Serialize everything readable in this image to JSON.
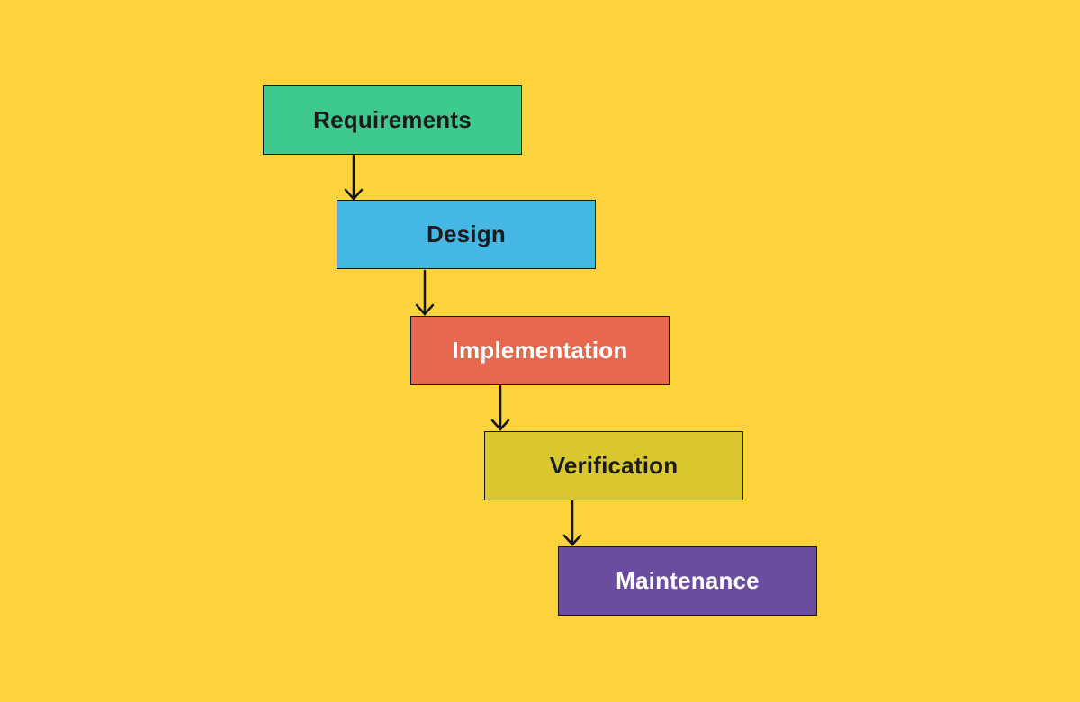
{
  "background_color": "#FCD33C",
  "diagram": {
    "border_color": "#141414",
    "connector_color": "#141414",
    "stages": [
      {
        "id": "requirements",
        "label": "Requirements",
        "fill": "#3EC98F",
        "text_color": "#1B1B1B"
      },
      {
        "id": "design",
        "label": "Design",
        "fill": "#45B7E5",
        "text_color": "#1B1B1B"
      },
      {
        "id": "implementation",
        "label": "Implementation",
        "fill": "#E5684F",
        "text_color": "#FFFFFF"
      },
      {
        "id": "verification",
        "label": "Verification",
        "fill": "#D8C72E",
        "text_color": "#1B1B1B"
      },
      {
        "id": "maintenance",
        "label": "Maintenance",
        "fill": "#6A4D9F",
        "text_color": "#FFFFFF"
      }
    ],
    "connectors": [
      {
        "from": "requirements",
        "to": "design"
      },
      {
        "from": "design",
        "to": "implementation"
      },
      {
        "from": "implementation",
        "to": "verification"
      },
      {
        "from": "verification",
        "to": "maintenance"
      }
    ]
  }
}
